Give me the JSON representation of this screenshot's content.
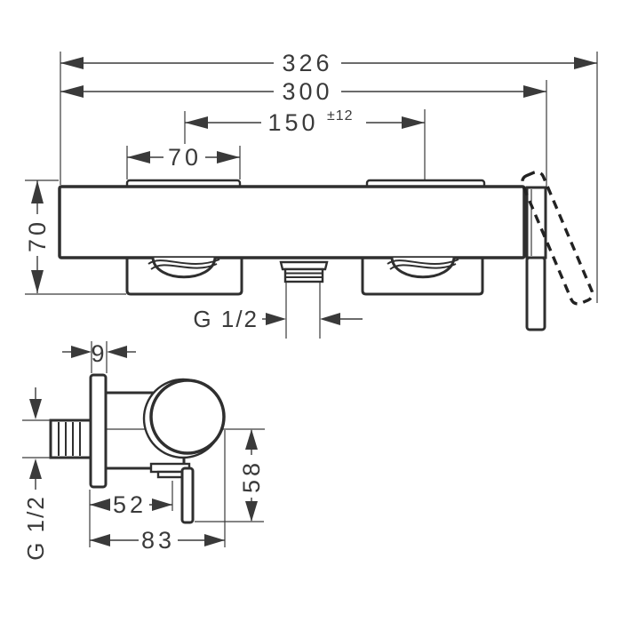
{
  "drawing": {
    "type": "technical-dimension-drawing",
    "background": "#ffffff",
    "line_color": "#2f2f2f",
    "text_color": "#3a3a3a",
    "views": {
      "front": {
        "dimensions": {
          "overall_width": {
            "value": "326"
          },
          "body_width": {
            "value": "300"
          },
          "connection_spacing": {
            "value": "150",
            "tolerance": "±12"
          },
          "escutcheon_width": {
            "value": "70"
          },
          "body_height": {
            "value": "70"
          },
          "outlet_thread": {
            "value": "G 1/2"
          }
        }
      },
      "side": {
        "dimensions": {
          "plate_thickness": {
            "value": "9"
          },
          "wall_to_outlet": {
            "value": "52"
          },
          "wall_to_handle_front": {
            "value": "83"
          },
          "outlet_to_lever_bottom": {
            "value": "58"
          },
          "inlet_thread": {
            "value": "G 1/2"
          }
        }
      }
    }
  }
}
